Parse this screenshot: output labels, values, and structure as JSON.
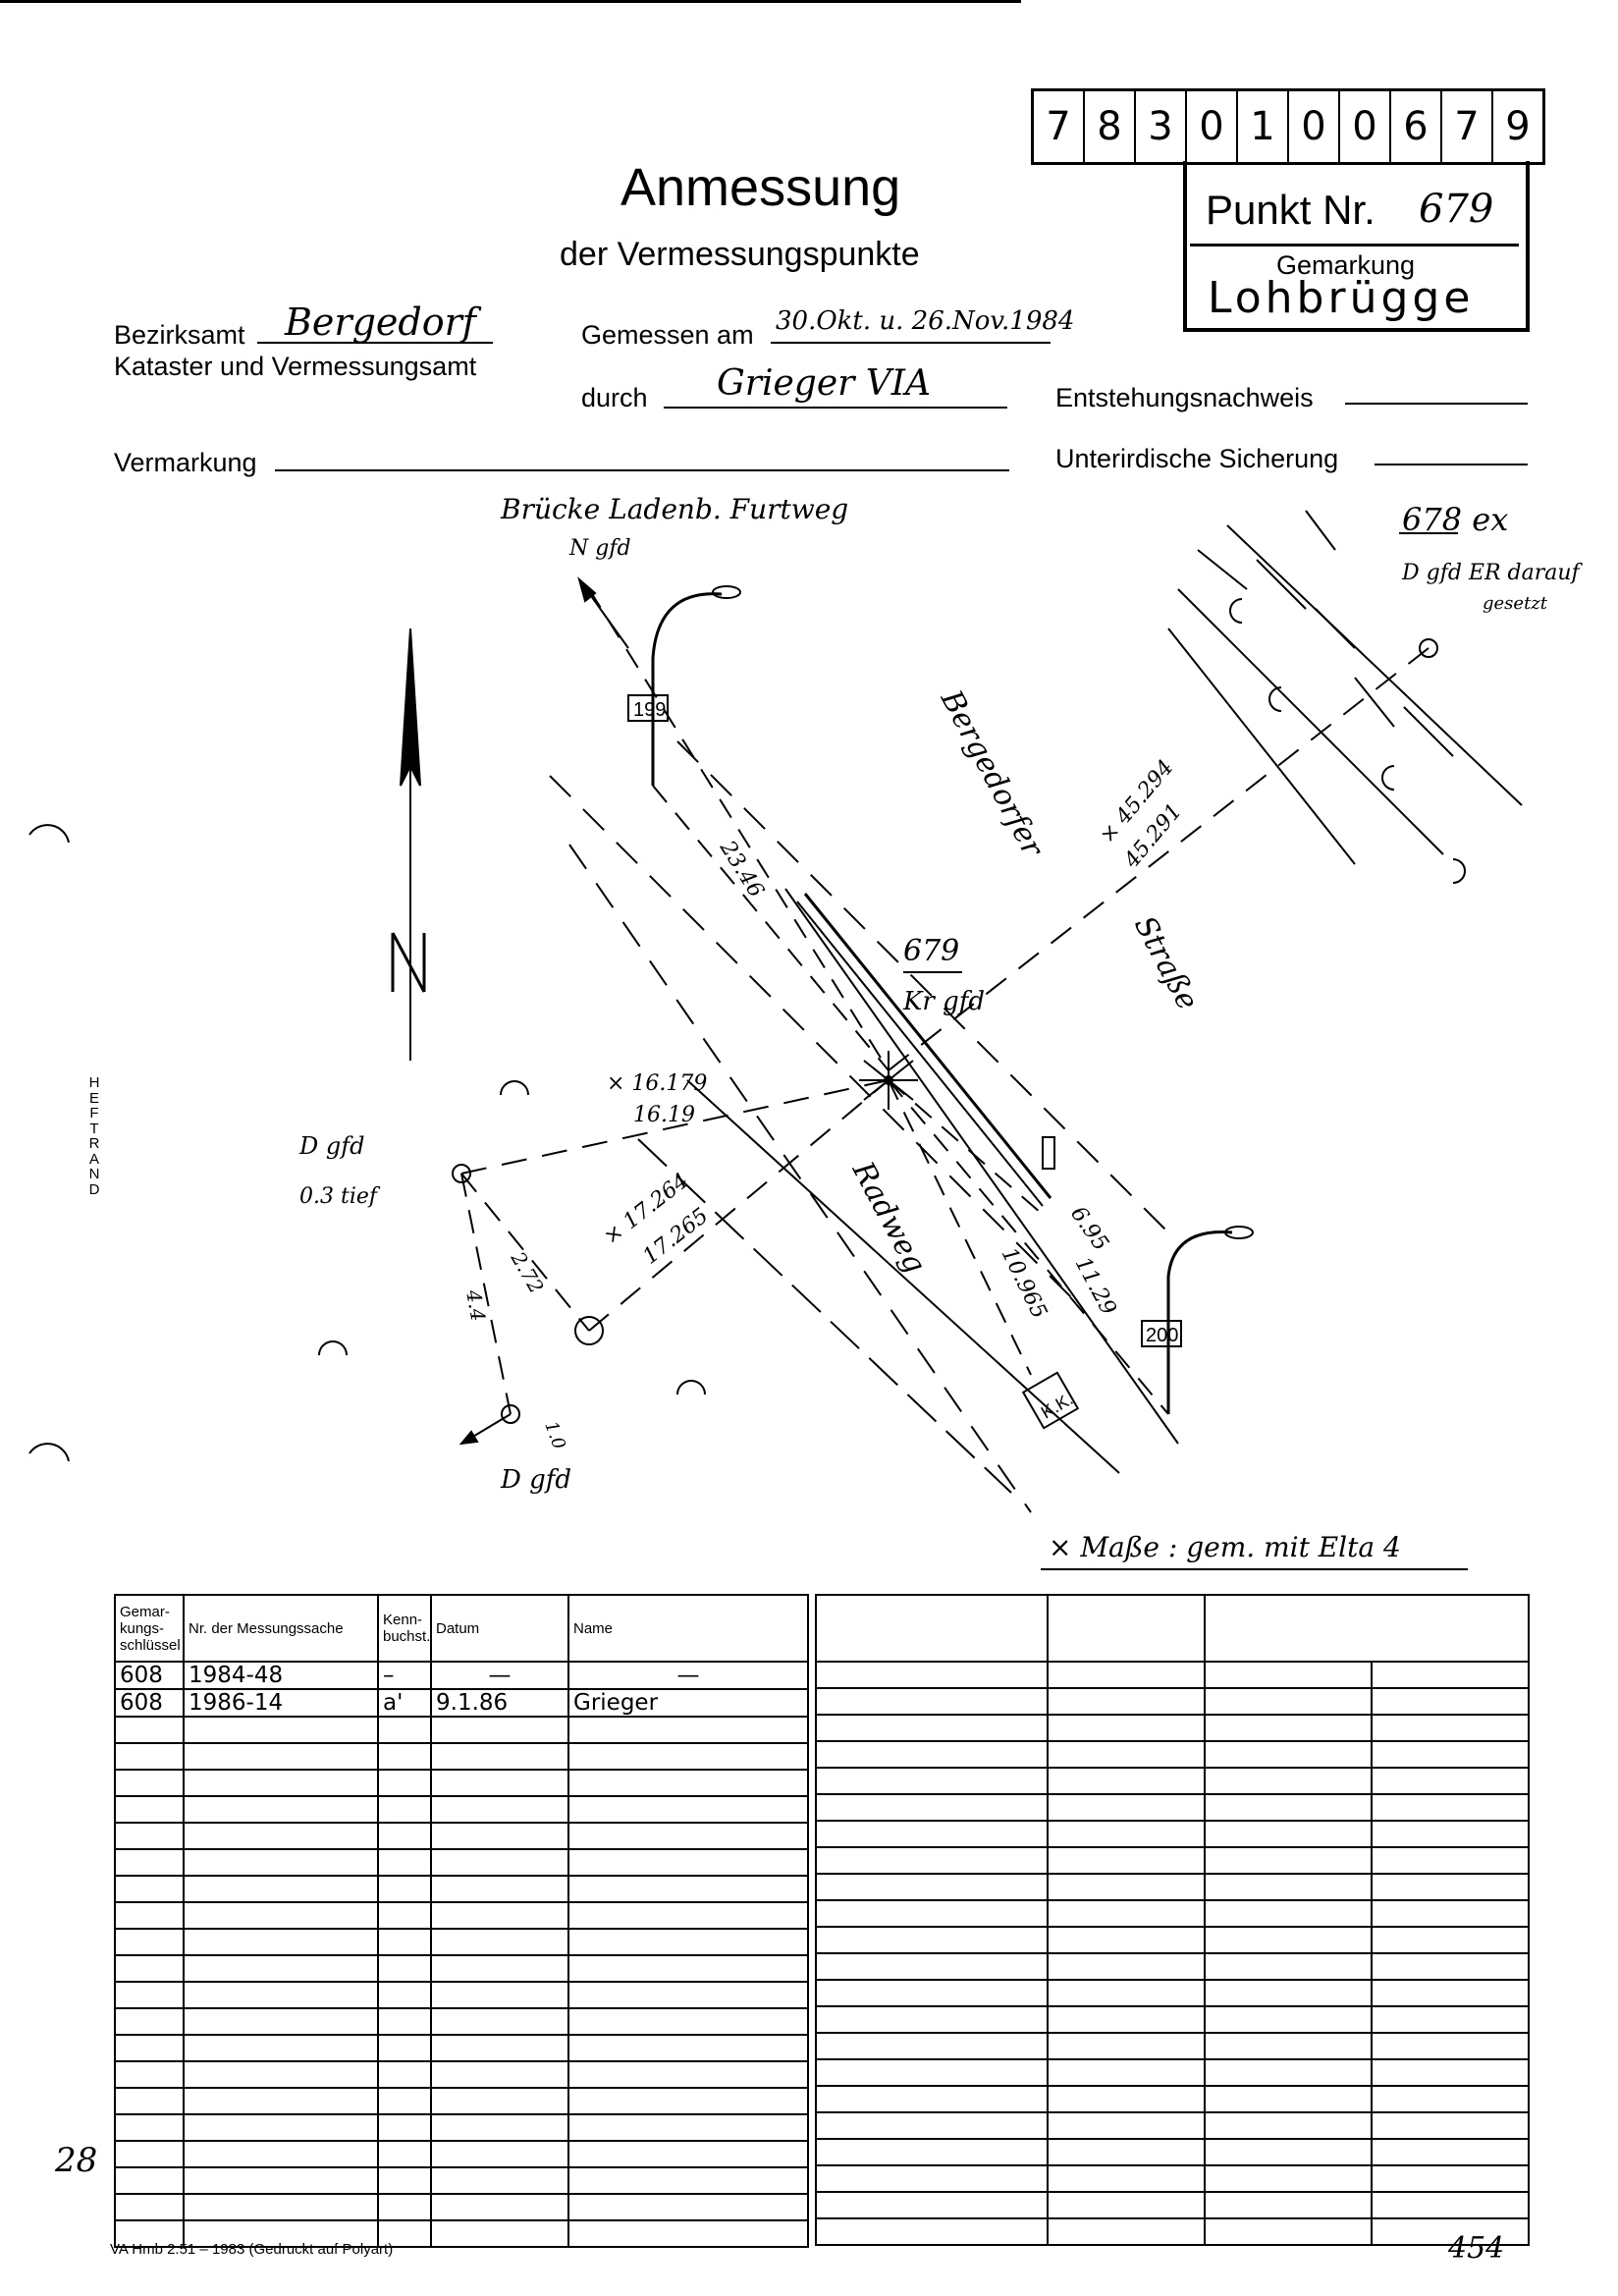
{
  "document": {
    "number_digits": [
      "7",
      "8",
      "3",
      "0",
      "1",
      "0",
      "0",
      "6",
      "7",
      "9"
    ],
    "punkt_label": "Punkt Nr.",
    "punkt_value": "679",
    "gemarkung_label": "Gemarkung",
    "gemarkung_value": "Lohbrügge",
    "title": "Anmessung",
    "subtitle": "der Vermessungspunkte",
    "bezirksamt_label": "Bezirksamt",
    "bezirksamt_value": "Bergedorf",
    "kataster_label": "Kataster und Vermessungsamt",
    "gemessen_label": "Gemessen am",
    "gemessen_value": "30.Okt. u. 26.Nov.1984",
    "durch_label": "durch",
    "durch_value": "Grieger VIA",
    "entstehung_label": "Entstehungsnachweis",
    "unterirdisch_label": "Unterirdische Sicherung",
    "vermarkung_label": "Vermarkung",
    "heftrand": [
      "H",
      "E",
      "F",
      "T",
      "R",
      "A",
      "N",
      "D"
    ],
    "footer": "VA Hmb 2.51 – 1983 (Gedruckt auf Polyart)",
    "page_number": "454",
    "margin_note": "28"
  },
  "sketch": {
    "top_label": "Brücke Ladenb. Furtweg",
    "north_small": "N gfd",
    "north_letter": "N",
    "label_678": "678 ex",
    "note_678_line1": "D gfd ER darauf",
    "note_678_line2": "gesetzt",
    "street": "Bergedorfer",
    "strasse": "Straße",
    "radweg": "Radweg",
    "point_679": "679",
    "point_679_desc": "Kr gfd",
    "pole_199": "199",
    "pole_200": "200",
    "kk": "K.K.",
    "dim_2346": "23.46",
    "dim_45294": "× 45.294",
    "dim_45291": "45.291",
    "dim_16179": "× 16.179",
    "dim_1619": "16.19",
    "dim_17264": "× 17.264",
    "dim_17265": "17.265",
    "dim_695": "6.95",
    "dim_1129": "11.29",
    "dim_10965": "10.965",
    "dim_272": "2.72",
    "dim_44": "4.4",
    "dim_10": "1.0",
    "dgfd_left_line1": "D gfd",
    "dgfd_left_line2": "0.3 tief",
    "dgfd_bottom": "D gfd",
    "note_bottom": "× Maße : gem. mit Elta 4"
  },
  "table": {
    "headers": [
      "Gemar-kungs-schlüssel",
      "Nr. der Messungssache",
      "Kenn-buchst.",
      "Datum",
      "Name"
    ],
    "rows": [
      [
        "608",
        "1984-48",
        "–",
        "—",
        "—"
      ],
      [
        "608",
        "1986-14",
        "a'",
        "9.1.86",
        "Grieger"
      ]
    ]
  }
}
